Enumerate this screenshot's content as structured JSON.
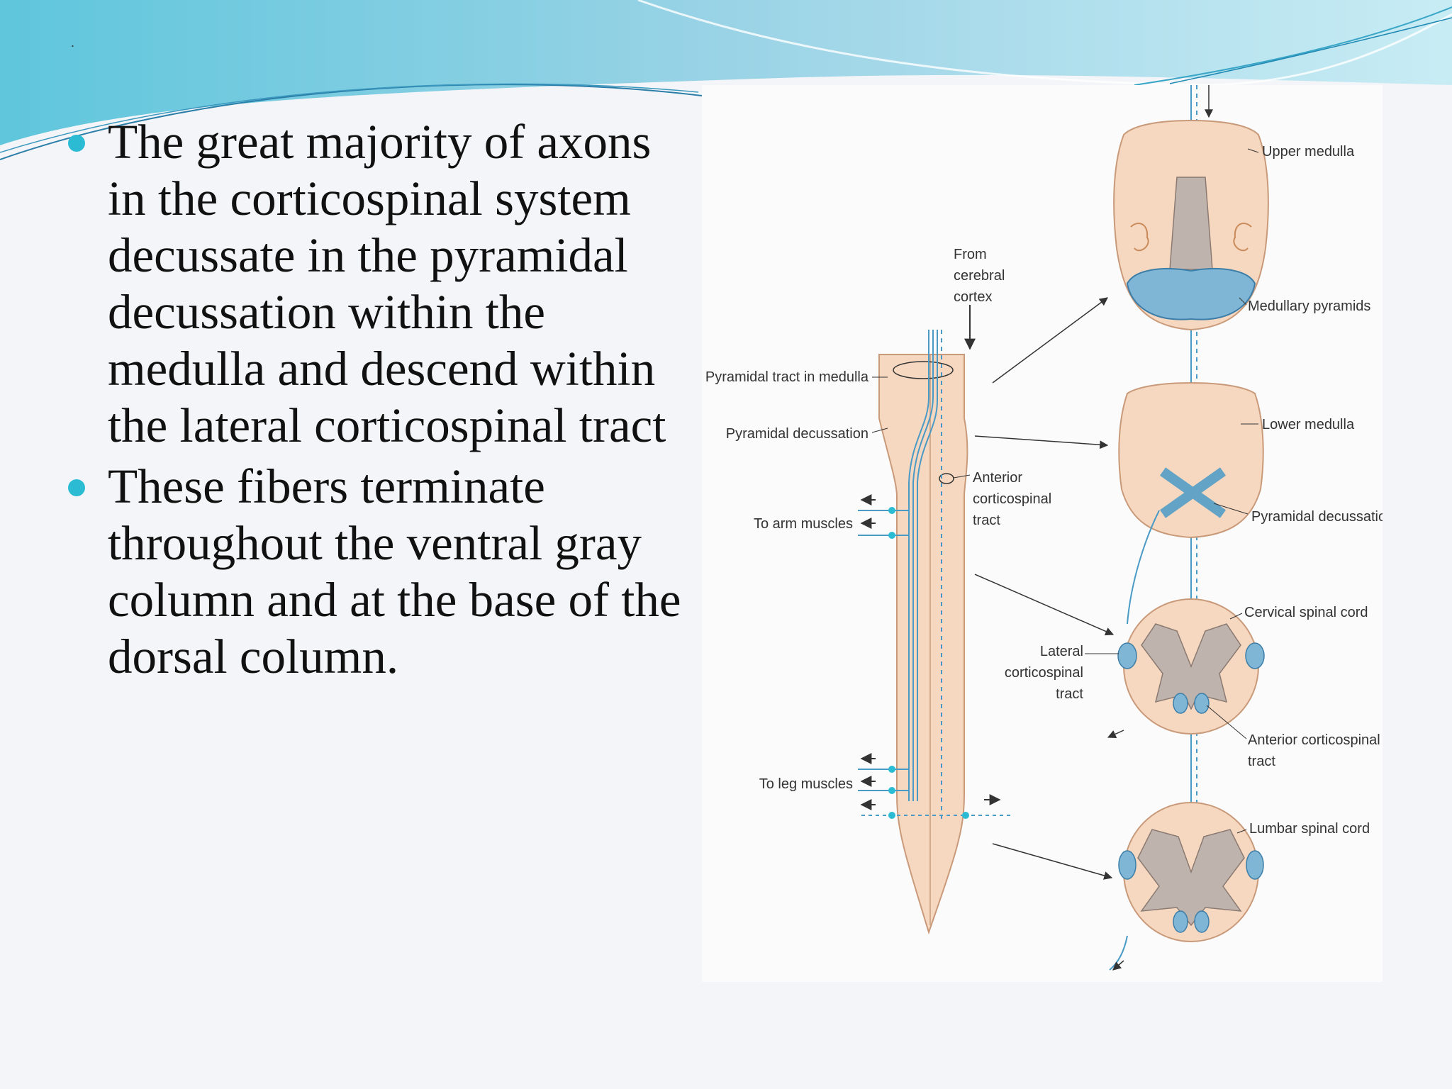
{
  "header": {
    "dot": "."
  },
  "bullets": [
    {
      "text": "The great majority of axons in the corticospinal system decussate in the pyramidal decussation within the medulla and descend within the lateral corticospinal tract"
    },
    {
      "text": " These fibers terminate throughout the ventral gray column and at the base of the dorsal column."
    }
  ],
  "figure": {
    "labels": {
      "from_cortex_1": "From",
      "from_cortex_2": "cerebral",
      "from_cortex_3": "cortex",
      "pyramidal_tract_medulla": "Pyramidal tract in medulla",
      "pyramidal_decussation_left": "Pyramidal decussation",
      "anterior_cs_1": "Anterior",
      "anterior_cs_2": "corticospinal",
      "anterior_cs_3": "tract",
      "to_arm": "To arm muscles",
      "to_leg": "To leg muscles",
      "upper_medulla": "Upper medulla",
      "medullary_pyramids": "Medullary pyramids",
      "lower_medulla": "Lower medulla",
      "pyramidal_decussation_right": "Pyramidal decussation",
      "cervical": "Cervical spinal cord",
      "lateral_cs_1": "Lateral",
      "lateral_cs_2": "corticospinal",
      "lateral_cs_3": "tract",
      "anterior_cs_right_1": "Anterior corticospinal",
      "anterior_cs_right_2": "tract",
      "lumbar": "Lumbar spinal cord"
    }
  },
  "colors": {
    "accent": "#2bbcd4",
    "tissue": "#f6d8c0",
    "tissue_stroke": "#c99a7a",
    "tract": "#4a9ac6",
    "gray_matter": "#bfb3ad"
  }
}
